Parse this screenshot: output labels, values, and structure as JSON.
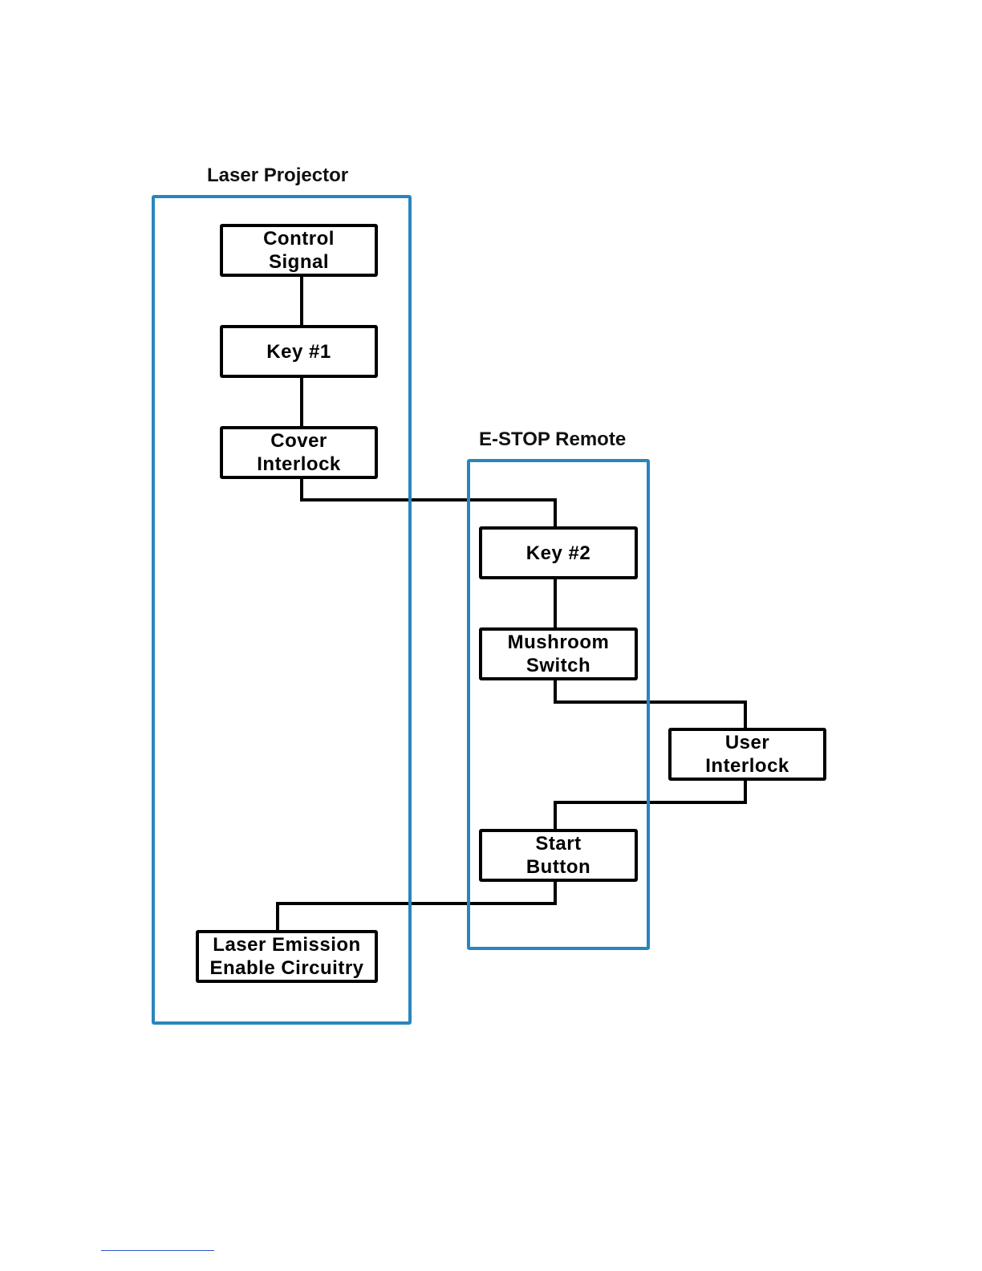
{
  "groups": {
    "laser_projector": {
      "label": "Laser Projector"
    },
    "estop_remote": {
      "label": "E-STOP Remote"
    }
  },
  "nodes": {
    "control_signal": "Control\nSignal",
    "key1": "Key #1",
    "cover_interlock": "Cover\nInterlock",
    "key2": "Key #2",
    "mushroom_switch": "Mushroom\nSwitch",
    "user_interlock": "User\nInterlock",
    "start_button": "Start\nButton",
    "laser_emission": "Laser Emission\nEnable Circuitry"
  },
  "connections": [
    [
      "control_signal",
      "key1"
    ],
    [
      "key1",
      "cover_interlock"
    ],
    [
      "cover_interlock",
      "key2"
    ],
    [
      "key2",
      "mushroom_switch"
    ],
    [
      "mushroom_switch",
      "user_interlock"
    ],
    [
      "user_interlock",
      "start_button"
    ],
    [
      "start_button",
      "laser_emission"
    ]
  ],
  "colors": {
    "group_border": "#2a85be",
    "node_border": "#000000",
    "wire": "#000000"
  }
}
